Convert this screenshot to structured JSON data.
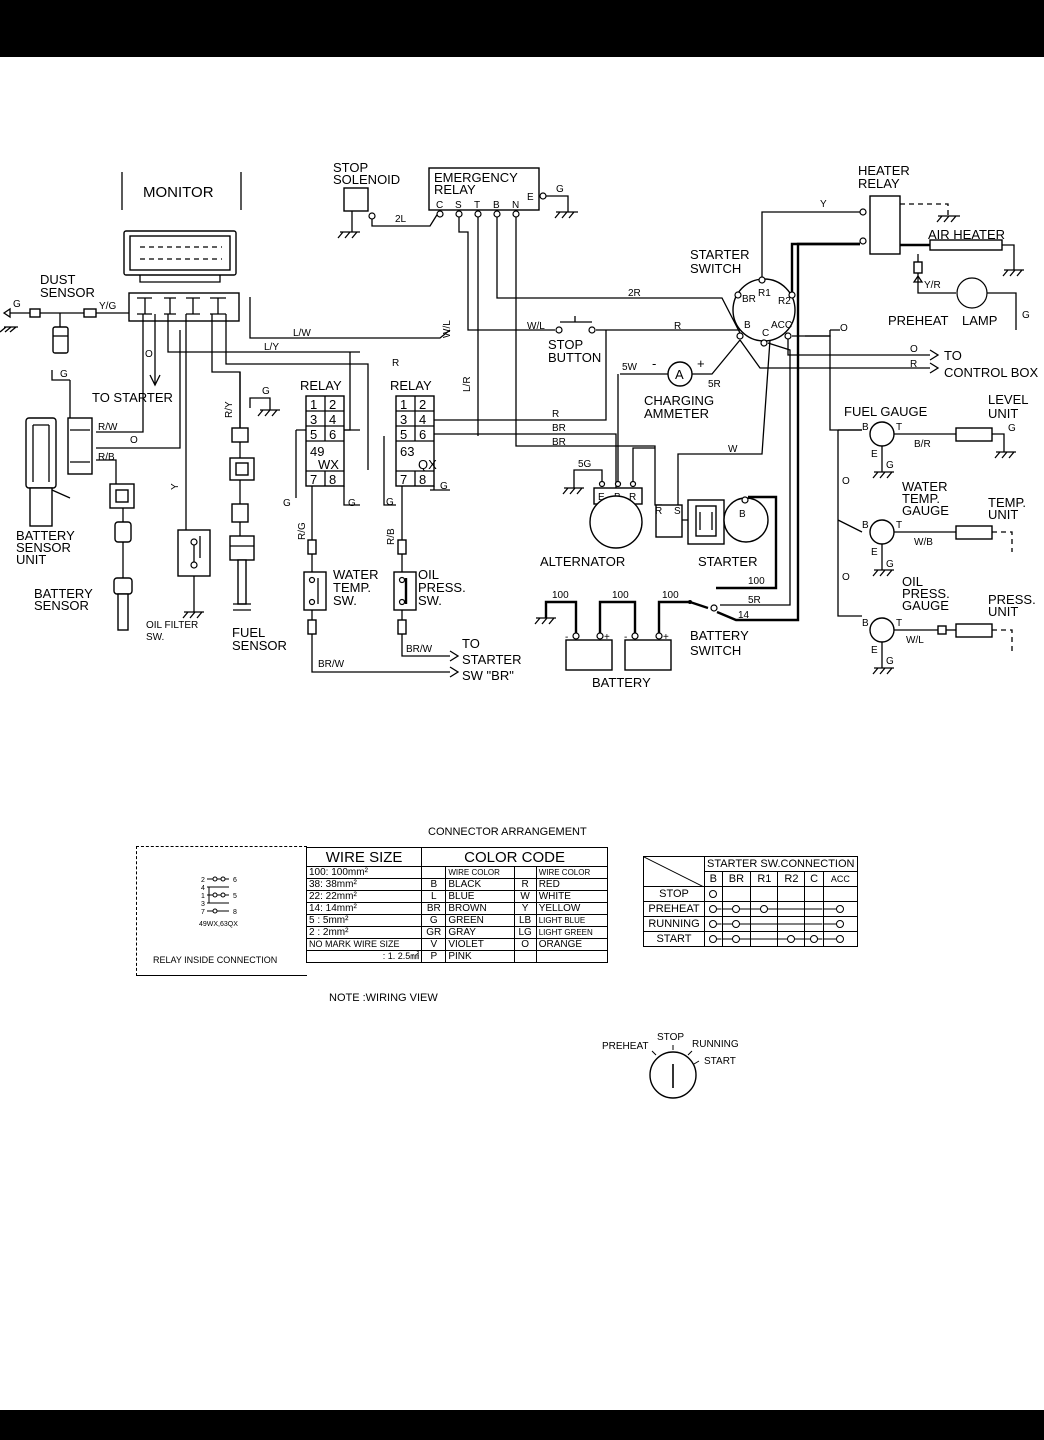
{
  "labels": {
    "monitor": "MONITOR",
    "dust_sensor_1": "DUST",
    "dust_sensor_2": "SENSOR",
    "stop_solenoid_1": "STOP",
    "stop_solenoid_2": "SOLENOID",
    "emergency_relay_1": "EMERGENCY",
    "emergency_relay_2": "RELAY",
    "heater_relay_1": "HEATER",
    "heater_relay_2": "RELAY",
    "air_heater": "AIR HEATER",
    "starter_switch_1": "STARTER",
    "starter_switch_2": "SWITCH",
    "preheat": "PREHEAT",
    "lamp": "LAMP",
    "to_starter": "TO STARTER",
    "relay_left": "RELAY",
    "relay_right": "RELAY",
    "stop_button_1": "STOP",
    "stop_button_2": "BUTTON",
    "charging_ammeter_1": "CHARGING",
    "charging_ammeter_2": "AMMETER",
    "to": "TO",
    "control_box": "CONTROL BOX",
    "fuel_gauge": "FUEL GAUGE",
    "level_unit_1": "LEVEL",
    "level_unit_2": "UNIT",
    "water_temp_gauge_1": "WATER",
    "water_temp_gauge_2": "TEMP.",
    "water_temp_gauge_3": "GAUGE",
    "temp_unit_1": "TEMP.",
    "temp_unit_2": "UNIT",
    "oil_press_gauge_1": "OIL",
    "oil_press_gauge_2": "PRESS.",
    "oil_press_gauge_3": "GAUGE",
    "press_unit_1": "PRESS.",
    "press_unit_2": "UNIT",
    "battery_sensor_unit_1": "BATTERY",
    "battery_sensor_unit_2": "SENSOR",
    "battery_sensor_unit_3": "UNIT",
    "battery_sensor_1": "BATTERY",
    "battery_sensor_2": "SENSOR",
    "oil_filter_sw_1": "OIL FILTER",
    "oil_filter_sw_2": "SW.",
    "fuel_sensor_1": "FUEL",
    "fuel_sensor_2": "SENSOR",
    "water_temp_sw_1": "WATER",
    "water_temp_sw_2": "TEMP.",
    "water_temp_sw_3": "SW.",
    "oil_press_sw_1": "OIL",
    "oil_press_sw_2": "PRESS.",
    "oil_press_sw_3": "SW.",
    "to_starter_sw_1": "TO",
    "to_starter_sw_2": "STARTER",
    "to_starter_sw_3": "SW \"BR\"",
    "alternator": "ALTERNATOR",
    "starter": "STARTER",
    "battery": "BATTERY",
    "battery_switch_1": "BATTERY",
    "battery_switch_2": "SWITCH"
  },
  "terminals": {
    "emergency_relay": [
      "C",
      "S",
      "T",
      "B",
      "N"
    ],
    "emergency_relay_e": "E",
    "starter_switch": [
      "BR",
      "R1",
      "R2",
      "B",
      "C",
      "ACC"
    ],
    "alternator": [
      "E",
      "B",
      "R"
    ],
    "starter": [
      "R",
      "S",
      "B"
    ],
    "gauge_b": "B",
    "gauge_t": "T",
    "gauge_e": "E",
    "ammeter": "A",
    "minus": "-",
    "plus": "+",
    "relay_left_pins": [
      "1",
      "2",
      "3",
      "4",
      "5",
      "6",
      "49",
      "WX",
      "7",
      "8"
    ],
    "relay_right_pins": [
      "1",
      "2",
      "3",
      "4",
      "5",
      "6",
      "63",
      "QX",
      "7",
      "8"
    ]
  },
  "wire_codes": {
    "g": "G",
    "y_g": "Y/G",
    "l2": "2L",
    "y": "Y",
    "r2": "2R",
    "w_l": "W/L",
    "r": "R",
    "l_w": "L/W",
    "l_y": "L/Y",
    "o": "O",
    "r_w": "R/W",
    "r_b": "R/B",
    "r_y": "R/Y",
    "l_r": "L/R",
    "br": "BR",
    "w5": "5W",
    "r5": "5R",
    "w": "W",
    "g5": "5G",
    "y_r": "Y/R",
    "b_r": "B/R",
    "w_b": "W/B",
    "r_g": "R/G",
    "br_w": "BR/W",
    "n100": "100",
    "n14": "14"
  },
  "relay_inside": {
    "title": "RELAY INSIDE CONNECTION",
    "subtitle": "49WX,63QX",
    "pins_left": [
      "2",
      "4",
      "1",
      "3",
      "7"
    ],
    "pins_right": [
      "6",
      "5",
      "8"
    ]
  },
  "connector_arrangement": "CONNECTOR ARRANGEMENT",
  "wire_table": {
    "size_header": "WIRE SIZE",
    "color_header": "COLOR CODE",
    "wire_color": "WIRE COLOR",
    "sizes": [
      {
        "code": "100:",
        "value": "100mm²"
      },
      {
        "code": "38:",
        "value": "38mm²"
      },
      {
        "code": "22:",
        "value": "22mm²"
      },
      {
        "code": "14:",
        "value": "14mm²"
      },
      {
        "code": "5 :",
        "value": "5mm²"
      },
      {
        "code": "2 :",
        "value": "2mm²"
      },
      {
        "code": "NO MARK WIRE SIZE",
        "value": ""
      },
      {
        "code": "",
        "value": ": 1. 2.5㎟"
      }
    ],
    "colors": [
      [
        "B",
        "BLACK",
        "R",
        "RED"
      ],
      [
        "L",
        "BLUE",
        "W",
        "WHITE"
      ],
      [
        "BR",
        "BROWN",
        "Y",
        "YELLOW"
      ],
      [
        "G",
        "GREEN",
        "LB",
        "LIGHT BLUE"
      ],
      [
        "GR",
        "GRAY",
        "LG",
        "LIGHT GREEN"
      ],
      [
        "V",
        "VIOLET",
        "O",
        "ORANGE"
      ],
      [
        "P",
        "PINK",
        "",
        ""
      ]
    ]
  },
  "switch_table": {
    "title": "STARTER SW.CONNECTION",
    "columns": [
      "B",
      "BR",
      "R1",
      "R2",
      "C",
      "ACC"
    ],
    "rows": [
      {
        "name": "STOP",
        "on": [
          1,
          0,
          0,
          0,
          0,
          0
        ]
      },
      {
        "name": "PREHEAT",
        "on": [
          1,
          1,
          1,
          0,
          0,
          1
        ]
      },
      {
        "name": "RUNNING",
        "on": [
          1,
          1,
          0,
          0,
          0,
          1
        ]
      },
      {
        "name": "START",
        "on": [
          1,
          1,
          0,
          1,
          1,
          1
        ]
      }
    ]
  },
  "note": "NOTE :WIRING VIEW",
  "key_positions": {
    "preheat": "PREHEAT",
    "stop": "STOP",
    "running": "RUNNING",
    "start": "START"
  }
}
